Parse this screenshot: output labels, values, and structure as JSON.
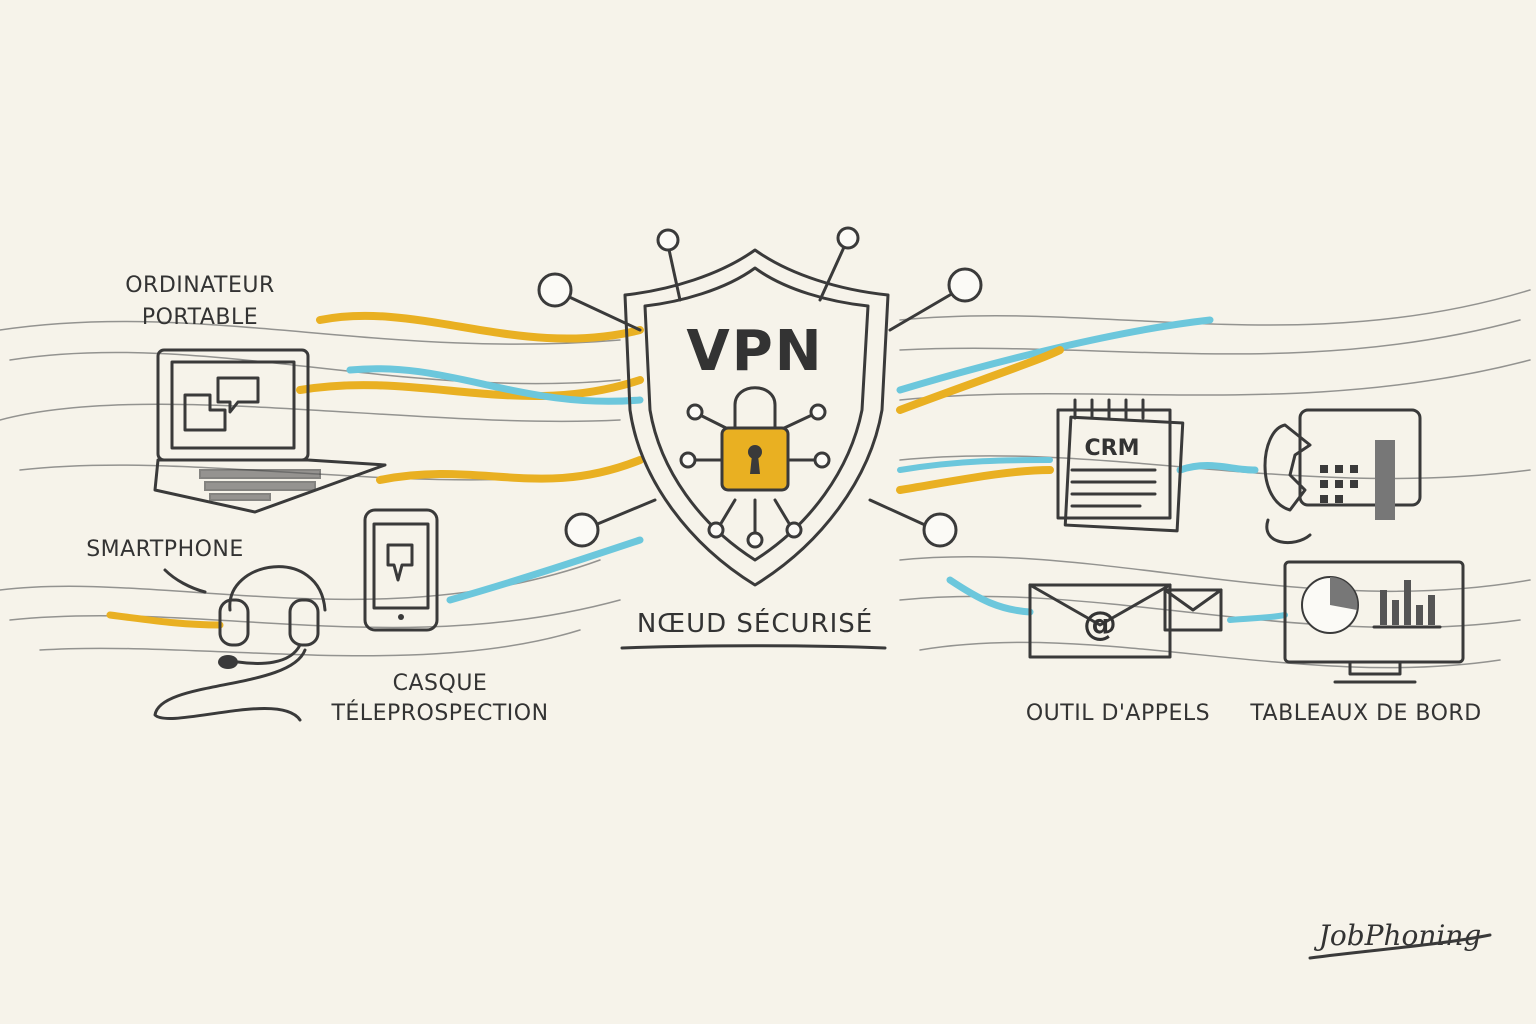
{
  "center": {
    "vpn_label": "VPN",
    "caption": "NŒUD SÉCURISÉ"
  },
  "devices": {
    "laptop": {
      "label_line1": "ORDINATEUR",
      "label_line2": "PORTABLE",
      "icon": "laptop-icon"
    },
    "smartphone": {
      "label": "SMARTPHONE",
      "icon": "smartphone-icon"
    },
    "headset": {
      "label_line1": "CASQUE",
      "label_line2": "TÉLEPROSPECTION",
      "icon": "headset-icon"
    }
  },
  "tools": {
    "crm": {
      "label": "CRM",
      "icon": "notepad-icon"
    },
    "phone": {
      "icon": "desk-phone-icon"
    },
    "calls": {
      "label": "OUTIL D'APPELS",
      "icon": "email-icon"
    },
    "dashboards": {
      "label": "TABLEAUX DE BORD",
      "icon": "monitor-chart-icon"
    }
  },
  "brand": {
    "signature": "JobPhoning"
  },
  "colors": {
    "yellow": "#e9b022",
    "blue": "#6cc7dc",
    "ink": "#3a3a3a",
    "paper": "#f6f3ea"
  }
}
